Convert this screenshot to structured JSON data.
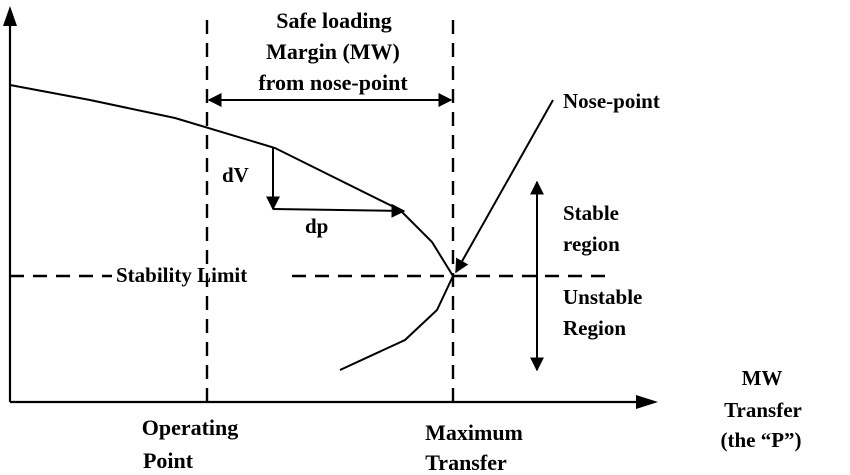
{
  "labels": {
    "safe_margin_line1": "Safe loading",
    "safe_margin_line2": "Margin (MW)",
    "safe_margin_line3": "from nose-point",
    "nose_point": "Nose-point",
    "dv": "dV",
    "dp": "dp",
    "stability_limit": "Stability Limit",
    "stable_line1": "Stable",
    "stable_line2": "region",
    "unstable_line1": "Unstable",
    "unstable_line2": "Region",
    "operating_point_line1": "Operating",
    "operating_point_line2": "Point",
    "maximum_transfer_line1": "Maximum",
    "maximum_transfer_line2": "Transfer",
    "x_axis_line1": "MW",
    "x_axis_line2": "Transfer",
    "x_axis_line3": "(the “P”)"
  }
}
